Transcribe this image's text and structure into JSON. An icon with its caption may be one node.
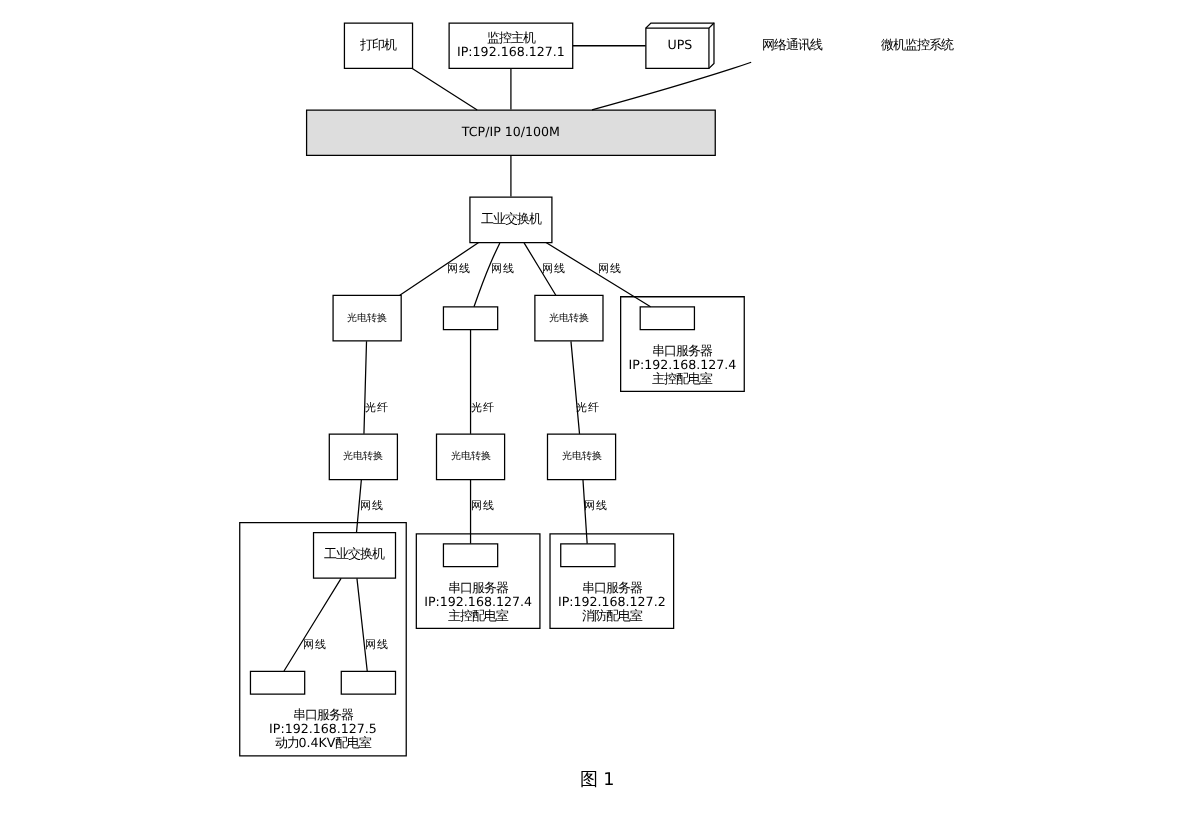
{
  "diagram": {
    "caption": "图 1",
    "nodes": [
      {
        "text": [
          "打印机"
        ]
      },
      {
        "text": [
          "监控主机",
          "IP:192.168.127.1"
        ]
      },
      {
        "text": [
          "UPS"
        ]
      },
      {
        "text": [
          "网络通讯线"
        ]
      },
      {
        "text": [
          "TCP/IP 10/100M"
        ]
      },
      {
        "text": [
          "工业交换机"
        ]
      },
      {
        "text": [
          "光电转换"
        ]
      },
      {
        "text": [],
        "shape": "box"
      },
      {
        "text": [
          "光电转换"
        ]
      },
      {
        "text": [
          "串口服务器",
          "IP:192.168.127.4",
          "主控配电室"
        ]
      },
      {
        "text": [],
        "shape": "box",
        "in": 9
      },
      {
        "text": [
          "串口服务器",
          "IP:192.168.127.4",
          "主控配电室"
        ]
      },
      {
        "text": [
          "光电转换"
        ]
      },
      {
        "text": [],
        "shape": "box",
        "in": 11
      },
      {
        "text": [
          "串口服务器",
          "IP:192.168.127.2",
          "消防配电室"
        ]
      },
      {
        "text": [
          "光电转换"
        ]
      },
      {
        "text": [],
        "shape": "box",
        "in": 14
      },
      {
        "text": [
          "串口服务器",
          "IP:192.168.127.5",
          "动力0.4KV配电室"
        ]
      },
      {
        "text": [
          "光电转换"
        ]
      },
      {
        "text": [
          "工业交换机"
        ],
        "in": 17
      },
      {
        "text": [],
        "shape": "box",
        "in": 17
      },
      {
        "text": [],
        "shape": "box",
        "in": 17
      }
    ],
    "edges": [
      {
        "from": 0,
        "to": 4,
        "arrow": "none"
      },
      {
        "from": 1,
        "to": 4,
        "arrow": "none"
      },
      {
        "from": 1,
        "to": 2,
        "arrow": "none"
      },
      {
        "from": 3,
        "to": 4,
        "arrow": "none"
      },
      {
        "from": 4,
        "to": 5,
        "arrow": "none"
      },
      {
        "from": 5,
        "to": 10,
        "label": "网线",
        "arrow": "none"
      },
      {
        "from": 5,
        "to": 6,
        "label": "网线",
        "arrow": "none"
      },
      {
        "from": 5,
        "to": 7,
        "label": "网线",
        "arrow": "none"
      },
      {
        "from": 5,
        "to": 8,
        "label": "网线",
        "arrow": "none"
      },
      {
        "from": 6,
        "to": 18,
        "label": "光纤",
        "arrow": "none"
      },
      {
        "from": 7,
        "to": 12,
        "label": "光纤",
        "arrow": "none"
      },
      {
        "from": 8,
        "to": 15,
        "label": "光纤",
        "arrow": "none"
      },
      {
        "from": 12,
        "to": 13,
        "label": "网线",
        "arrow": "none"
      },
      {
        "from": 15,
        "to": 16,
        "label": "网线",
        "arrow": "none"
      },
      {
        "from": 18,
        "to": 19,
        "label": "网线",
        "arrow": "none"
      },
      {
        "from": 19,
        "to": 20,
        "label": "网线",
        "arrow": "none"
      },
      {
        "from": 19,
        "to": 21,
        "label": "网线",
        "arrow": "none"
      }
    ],
    "labels": [
      "微机监控系统"
    ]
  }
}
